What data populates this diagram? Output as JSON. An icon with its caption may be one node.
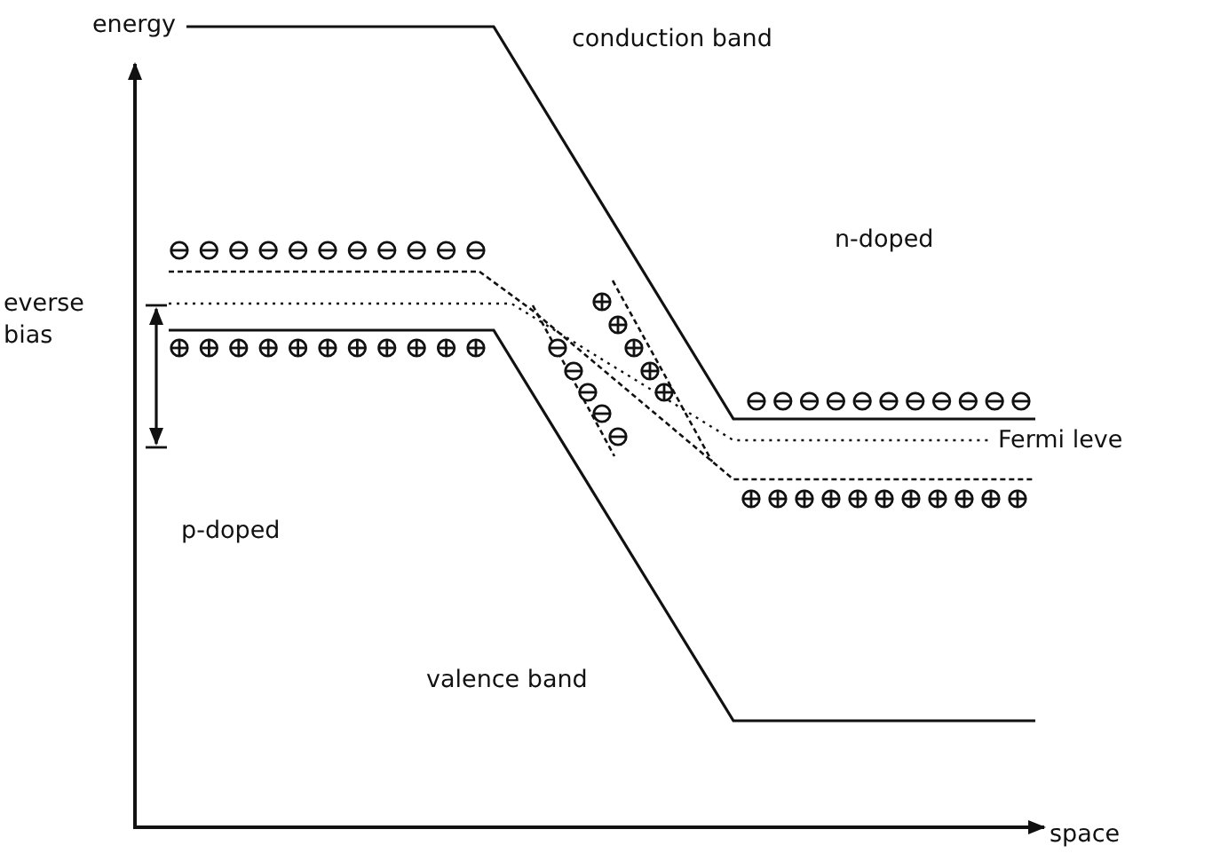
{
  "diagram": {
    "labels": [
      "energy",
      "conduction band",
      "n-doped",
      "everse bias",
      "Fermi leve",
      "p-doped",
      "valence band",
      "space"
    ]
  }
}
